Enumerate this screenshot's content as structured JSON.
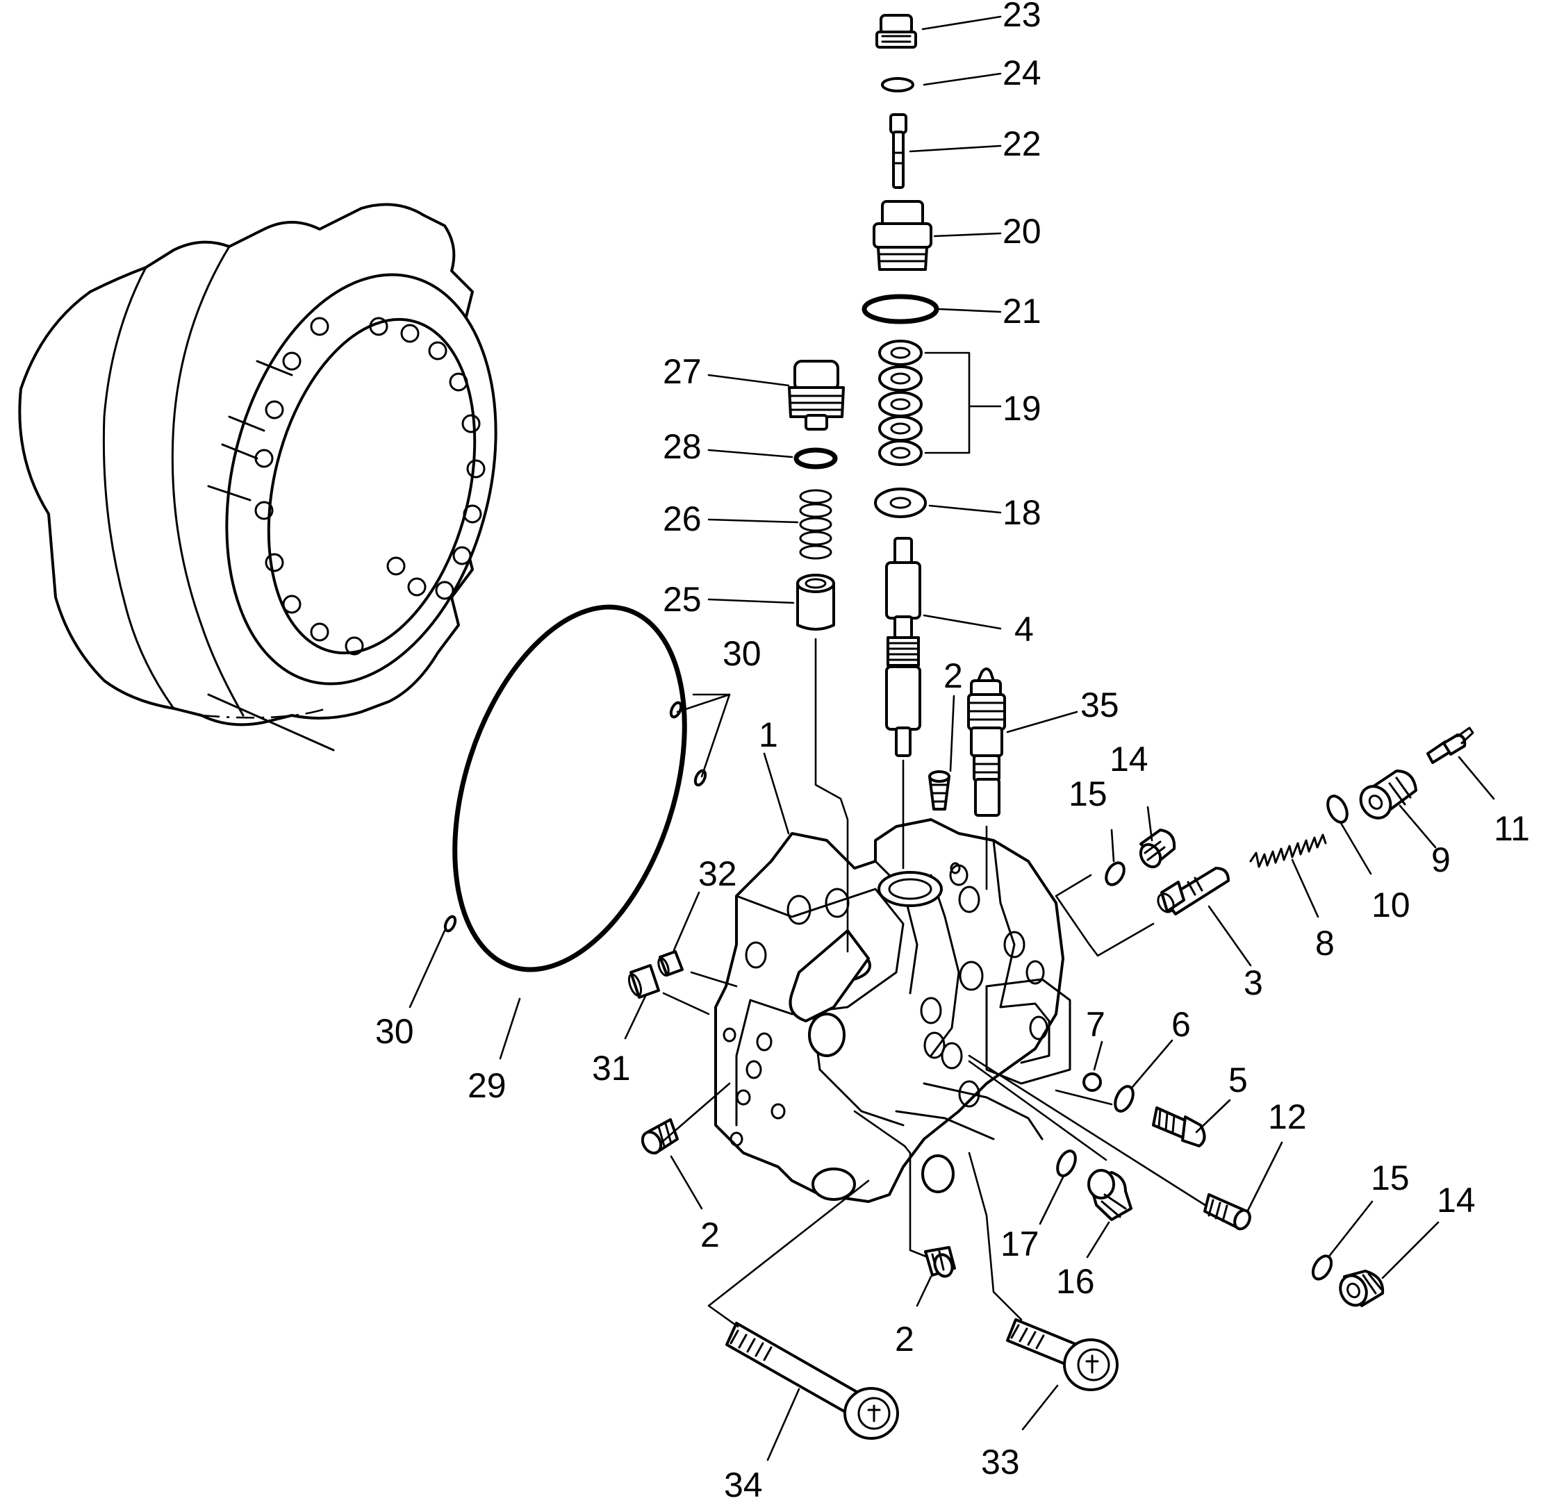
{
  "callouts": {
    "c1": "1",
    "c2_top": "2",
    "c2_left": "2",
    "c2_bottom": "2",
    "c3": "3",
    "c4": "4",
    "c5": "5",
    "c6": "6",
    "c7": "7",
    "c8": "8",
    "c9": "9",
    "c10": "10",
    "c11": "11",
    "c12": "12",
    "c14_upper": "14",
    "c14_lower": "14",
    "c15_upper": "15",
    "c15_lower": "15",
    "c16": "16",
    "c17": "17",
    "c18": "18",
    "c19": "19",
    "c20": "20",
    "c21": "21",
    "c22": "22",
    "c23": "23",
    "c24": "24",
    "c25": "25",
    "c26": "26",
    "c27": "27",
    "c28": "28",
    "c29": "29",
    "c30_upper": "30",
    "c30_lower": "30",
    "c31": "31",
    "c32": "32",
    "c33": "33",
    "c34": "34",
    "c35": "35"
  }
}
